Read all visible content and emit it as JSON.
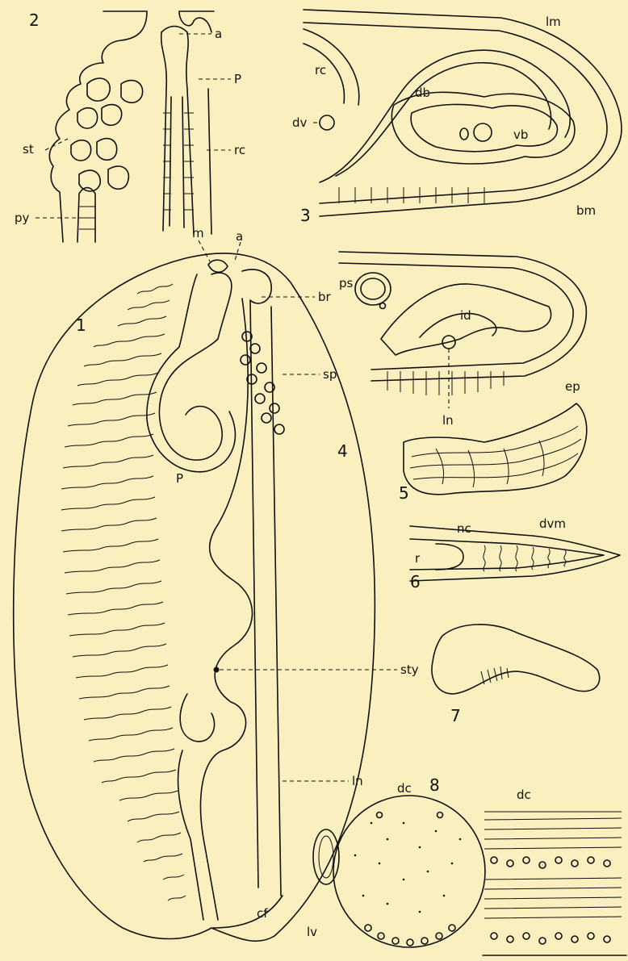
{
  "figures": {
    "f1": {
      "number": "1",
      "labels": {
        "m": "m",
        "a": "a",
        "br": "br",
        "sp": "sp",
        "p": "P",
        "sty": "sty",
        "ln": "ln",
        "cf": "cf"
      }
    },
    "f2": {
      "number": "2",
      "labels": {
        "a": "a",
        "p": "P",
        "rc": "rc",
        "st": "st",
        "py": "py"
      }
    },
    "f3": {
      "number": "3",
      "labels": {
        "rc": "rc",
        "dv": "dv",
        "db": "db",
        "vb": "vb",
        "lm": "lm",
        "bm": "bm"
      }
    },
    "f4": {
      "number": "4",
      "labels": {
        "ps": "ps",
        "id": "id",
        "ln": "ln",
        "ep": "ep"
      }
    },
    "f5": {
      "number": "5"
    },
    "f6": {
      "number": "6",
      "labels": {
        "nc": "nc",
        "dvm": "dvm",
        "r": "r"
      }
    },
    "f7": {
      "number": "7"
    },
    "f8": {
      "number": "8",
      "labels": {
        "dc": "dc",
        "dc2": "dc",
        "lv": "lv"
      }
    }
  }
}
